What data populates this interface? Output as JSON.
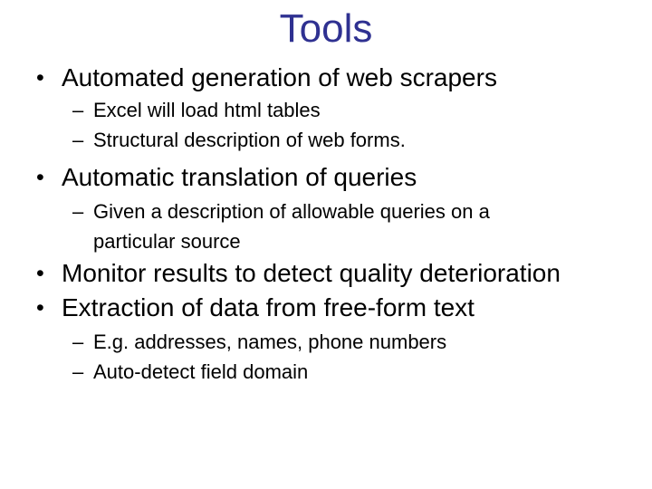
{
  "slide": {
    "title": "Tools",
    "title_color": "#2f3191",
    "text_color": "#000000",
    "background_color": "#ffffff",
    "markers": {
      "level1": "•",
      "level2": "–"
    },
    "bullets": [
      {
        "level": 1,
        "text": "Automated generation of web scrapers"
      },
      {
        "level": 2,
        "text": "Excel will load html tables"
      },
      {
        "level": 2,
        "text": "Structural description of web forms."
      },
      {
        "level": 1,
        "text": "Automatic translation of queries"
      },
      {
        "level": 2,
        "text": "Given a description of allowable queries on a\nparticular source"
      },
      {
        "level": 1,
        "text": "Monitor results to detect quality deterioration"
      },
      {
        "level": 1,
        "text": "Extraction of data from free-form text"
      },
      {
        "level": 2,
        "text": "E.g. addresses, names, phone numbers"
      },
      {
        "level": 2,
        "text": "Auto-detect field domain"
      }
    ]
  }
}
